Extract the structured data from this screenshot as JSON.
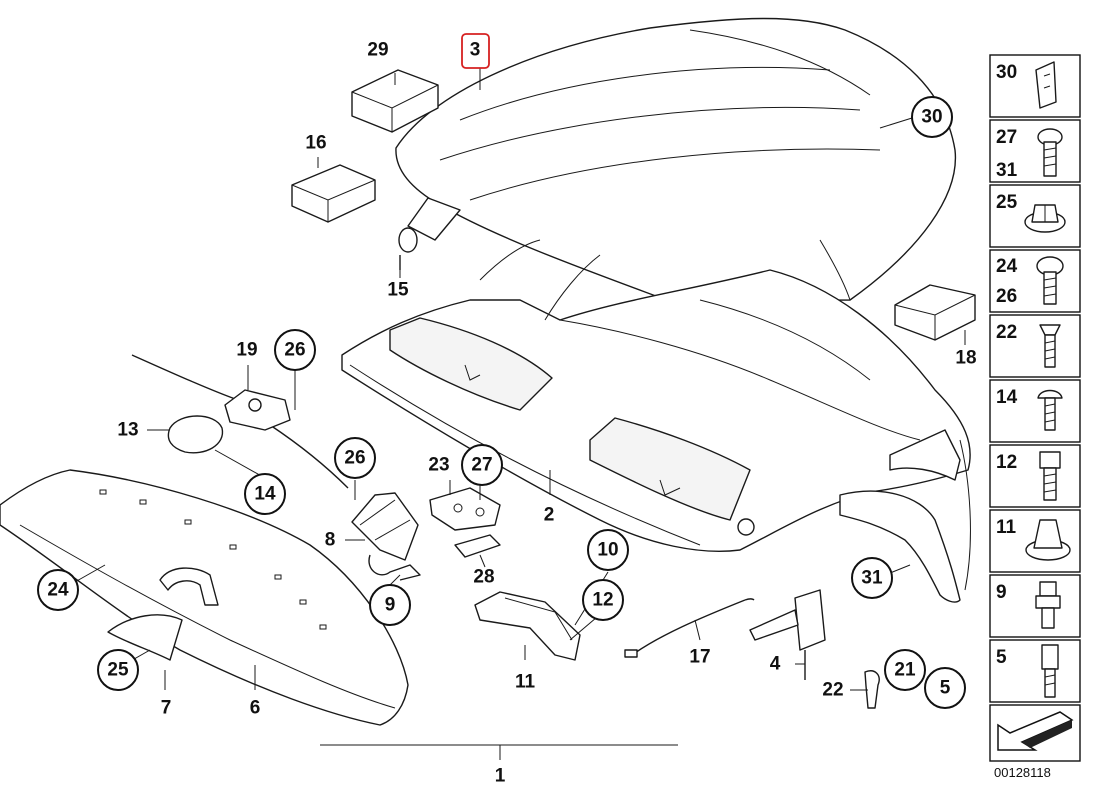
{
  "diagram_code": "00128118",
  "callouts": [
    {
      "id": "c1",
      "label": "1"
    },
    {
      "id": "c2",
      "label": "2"
    },
    {
      "id": "c3",
      "label": "3",
      "highlighted": true
    },
    {
      "id": "c4",
      "label": "4"
    },
    {
      "id": "c5",
      "label": "5",
      "circled": true
    },
    {
      "id": "c6",
      "label": "6"
    },
    {
      "id": "c7",
      "label": "7"
    },
    {
      "id": "c8",
      "label": "8"
    },
    {
      "id": "c9",
      "label": "9",
      "circled": true
    },
    {
      "id": "c10",
      "label": "10"
    },
    {
      "id": "c11",
      "label": "11",
      "circled": true
    },
    {
      "id": "c12",
      "label": "12",
      "circled": true
    },
    {
      "id": "c13",
      "label": "13"
    },
    {
      "id": "c14",
      "label": "14",
      "circled": true
    },
    {
      "id": "c15",
      "label": "15"
    },
    {
      "id": "c16",
      "label": "16"
    },
    {
      "id": "c17",
      "label": "17"
    },
    {
      "id": "c18",
      "label": "18"
    },
    {
      "id": "c19",
      "label": "19"
    },
    {
      "id": "c21",
      "label": "21"
    },
    {
      "id": "c22",
      "label": "22",
      "circled": true
    },
    {
      "id": "c23",
      "label": "23"
    },
    {
      "id": "c24",
      "label": "24",
      "circled": true
    },
    {
      "id": "c25",
      "label": "25",
      "circled": true
    },
    {
      "id": "c26a",
      "label": "26",
      "circled": true
    },
    {
      "id": "c26b",
      "label": "26",
      "circled": true
    },
    {
      "id": "c27",
      "label": "27",
      "circled": true
    },
    {
      "id": "c28",
      "label": "28"
    },
    {
      "id": "c29",
      "label": "29"
    },
    {
      "id": "c30",
      "label": "30",
      "circled": true
    },
    {
      "id": "c31",
      "label": "31",
      "circled": true
    }
  ],
  "side_panel": [
    {
      "labels": [
        "30"
      ],
      "icon": "clip-icon"
    },
    {
      "labels": [
        "27",
        "31"
      ],
      "icon": "torx-screw-icon"
    },
    {
      "labels": [
        "25"
      ],
      "icon": "expanding-nut-icon"
    },
    {
      "labels": [
        "24",
        "26"
      ],
      "icon": "oval-head-screw-icon"
    },
    {
      "labels": [
        "22"
      ],
      "icon": "countersunk-screw-icon"
    },
    {
      "labels": [
        "14"
      ],
      "icon": "pan-head-screw-icon"
    },
    {
      "labels": [
        "12"
      ],
      "icon": "socket-head-bolt-icon"
    },
    {
      "labels": [
        "11"
      ],
      "icon": "rubber-buffer-icon"
    },
    {
      "labels": [
        "9"
      ],
      "icon": "stepped-pin-icon"
    },
    {
      "labels": [
        "5"
      ],
      "icon": "hex-bolt-icon"
    },
    {
      "labels": [],
      "icon": "direction-arrow-icon"
    }
  ]
}
